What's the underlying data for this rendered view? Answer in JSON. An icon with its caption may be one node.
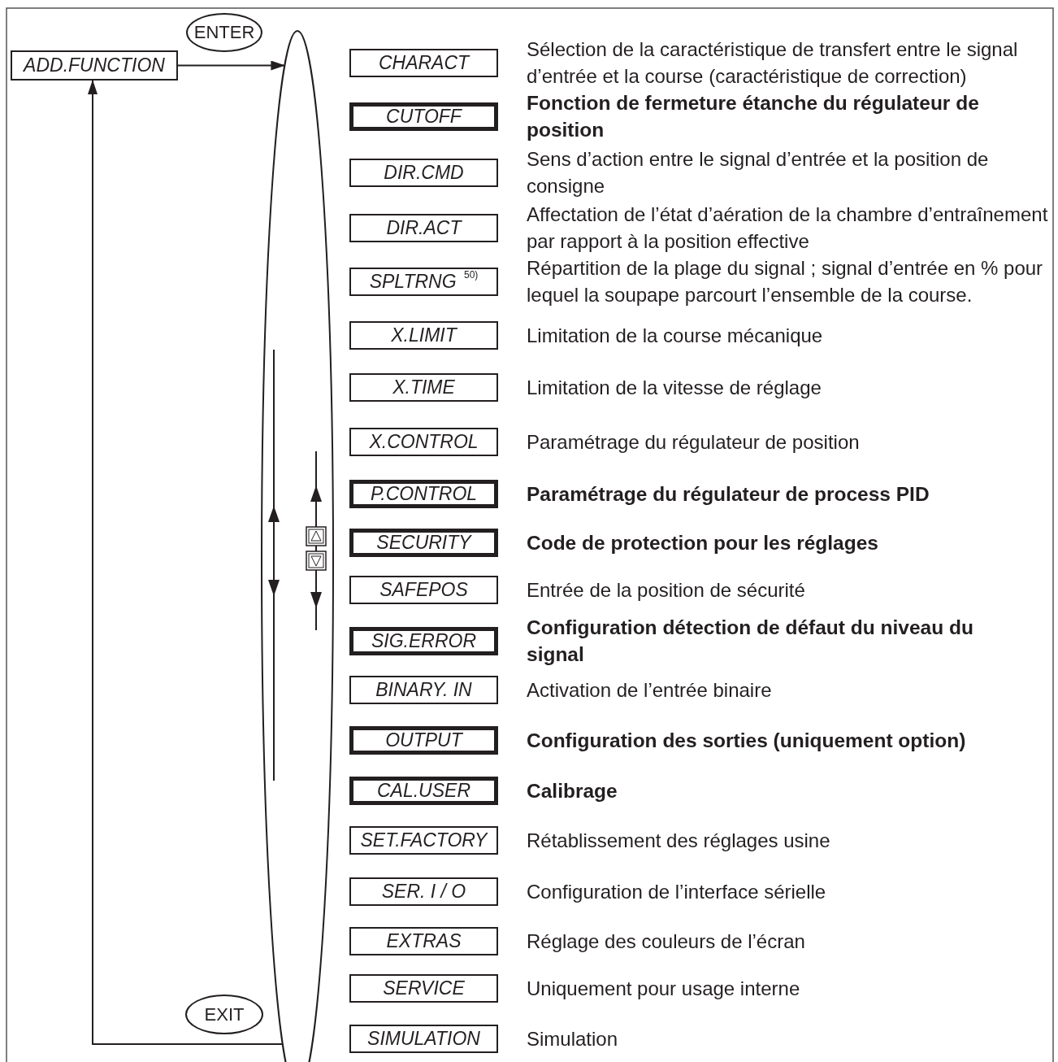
{
  "diagram": {
    "nodes": [
      {
        "text": [
          "ENTER"
        ]
      },
      {
        "text": [
          "ADD.FUNCTION"
        ]
      },
      {
        "text": [],
        "shape": "ellipse"
      },
      {
        "text": [
          "CHARACT"
        ],
        "beside": [
          "Sélection de la caractéristique de transfert entre le signal d’entrée et la course (caractéristique de correction)"
        ]
      },
      {
        "text": [
          "CUTOFF"
        ],
        "beside": [
          "Fonction de fermeture étanche du régulateur de position"
        ]
      },
      {
        "text": [
          "DIR.CMD"
        ],
        "beside": [
          "Sens d’action entre le signal d’entrée et la position de consigne"
        ]
      },
      {
        "text": [
          "DIR.ACT"
        ],
        "beside": [
          "Affectation de l’état d’aération de la chambre d’entraînement par rapport à la position effective"
        ]
      },
      {
        "text": [
          "SPLTRNG $^{50)}$"
        ],
        "beside": [
          "Répartition de la plage du signal ; signal d’entrée en % pour lequel la soupape parcourt l’ensemble de la course."
        ]
      },
      {
        "text": [
          "X.LIMIT"
        ],
        "beside": [
          "Limitation de la course mécanique"
        ]
      },
      {
        "text": [
          "X.TIME"
        ],
        "beside": [
          "Limitation de la vitesse de réglage"
        ]
      },
      {
        "text": [
          "X.CONTROL"
        ],
        "beside": [
          "Paramétrage du régulateur de position"
        ]
      },
      {
        "text": [
          "P.CONTROL"
        ],
        "beside": [
          "Paramétrage du régulateur de process PID"
        ]
      },
      {
        "text": [
          "SECURITY"
        ],
        "beside": [
          "Code de protection pour les réglages"
        ]
      },
      {
        "text": [
          "SAFEPOS"
        ],
        "beside": [
          "Entrée de la position de sécurité"
        ]
      },
      {
        "text": [
          "SIG.ERROR"
        ],
        "beside": [
          "Configuration détection de défaut du niveau du signal"
        ]
      },
      {
        "text": [
          "BINARY. IN"
        ],
        "beside": [
          "Activation de l’entrée binaire"
        ]
      },
      {
        "text": [
          "OUTPUT"
        ],
        "beside": [
          "Configuration des sorties (uniquement option)"
        ]
      },
      {
        "text": [
          "CAL.USER"
        ],
        "beside": [
          "Calibrage"
        ]
      },
      {
        "text": [
          "SET.FACTORY"
        ],
        "beside": [
          "Rétablissement des réglages usine"
        ]
      },
      {
        "text": [
          "SER. I / O"
        ],
        "beside": [
          "Configuration de l’interface sérielle"
        ]
      },
      {
        "text": [
          "EXTRAS"
        ],
        "beside": [
          "Réglage des couleurs de l’écran"
        ]
      },
      {
        "text": [
          "SERVICE"
        ],
        "beside": [
          "Uniquement pour usage interne"
        ]
      },
      {
        "text": [
          "SIMULATION"
        ],
        "beside": [
          "Simulation"
        ]
      },
      {
        "text": [
          "EXIT"
        ]
      }
    ],
    "edges": [
      {
        "from": 1,
        "to": 2,
        "arrow": "to"
      },
      {
        "from": 2,
        "to": 1,
        "arrow": "to"
      }
    ]
  }
}
